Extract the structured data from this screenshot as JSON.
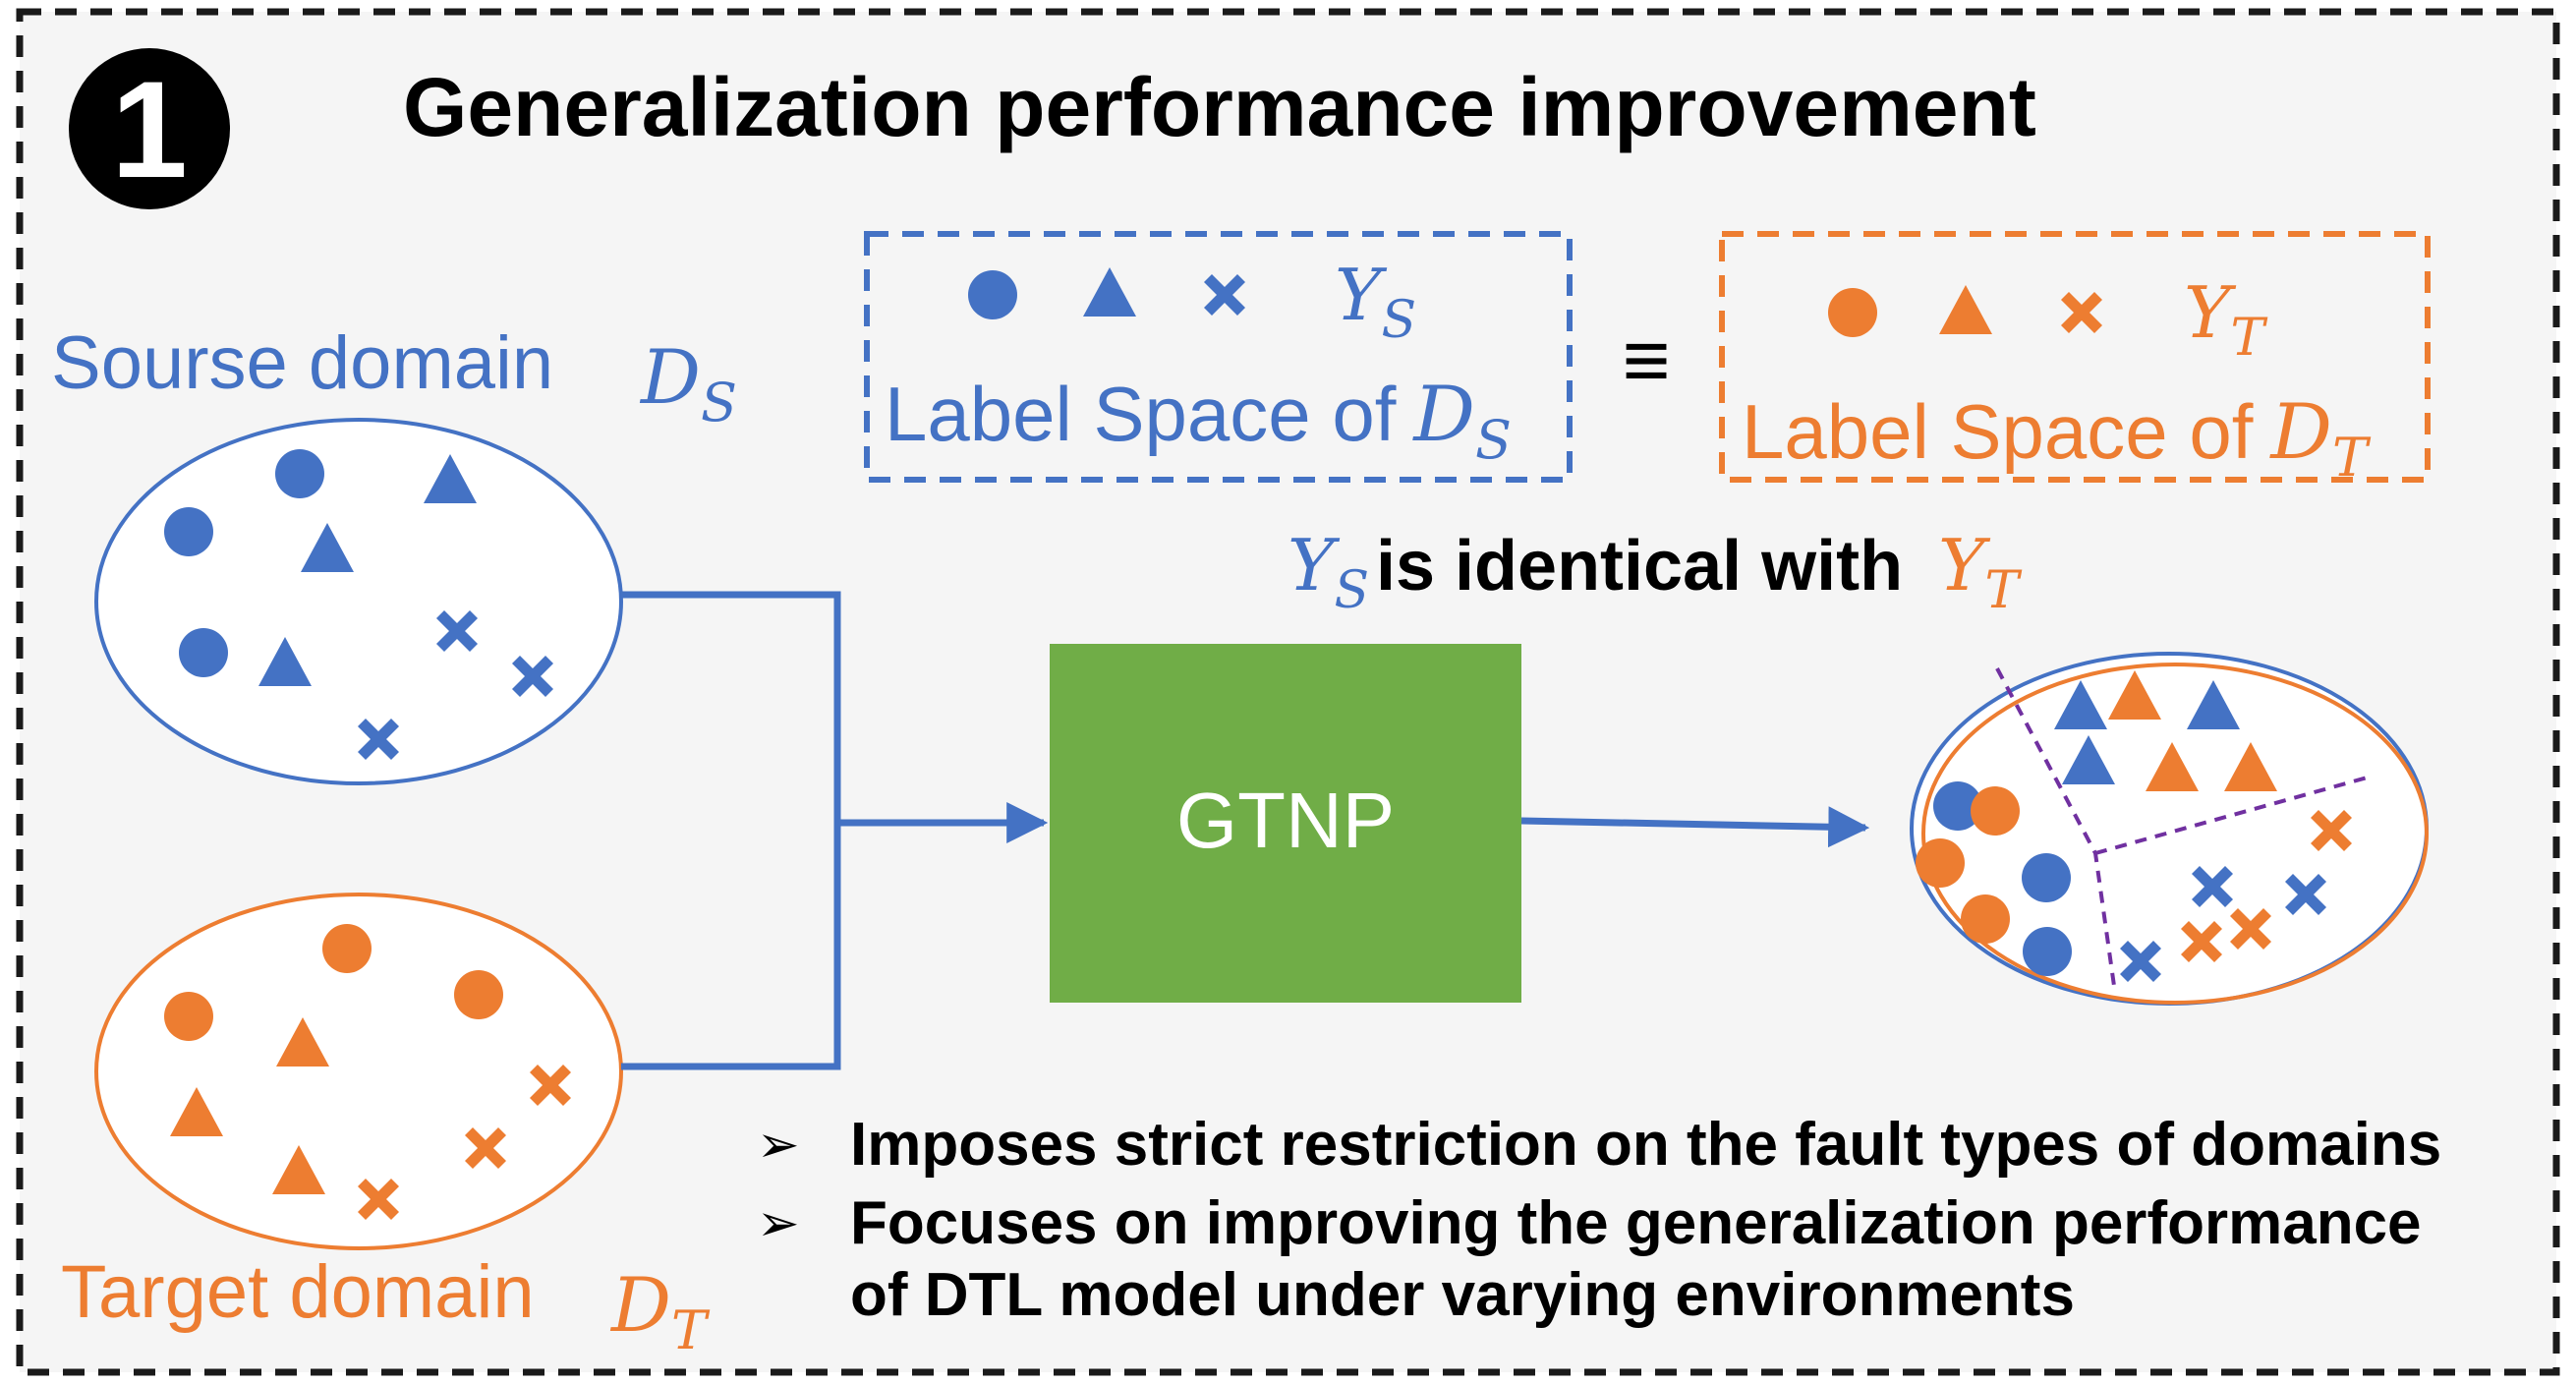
{
  "badge": "1",
  "title": "Generalization performance improvement",
  "source_domain": {
    "label": "Sourse domain",
    "symbol_main": "D",
    "symbol_sub": "S"
  },
  "target_domain": {
    "label": "Target domain",
    "symbol_main": "D",
    "symbol_sub": "T"
  },
  "label_space_source": {
    "y_main": "Y",
    "y_sub": "S",
    "caption": "Label Space of",
    "d_main": "D",
    "d_sub": "S"
  },
  "label_space_target": {
    "y_main": "Y",
    "y_sub": "T",
    "caption": "Label Space of",
    "d_main": "D",
    "d_sub": "T"
  },
  "equiv_symbol": "≡",
  "identical_statement": {
    "left_main": "Y",
    "left_sub": "S",
    "middle": "is identical with",
    "right_main": "Y",
    "right_sub": "T"
  },
  "model_box": "GTNP",
  "bullets": [
    "Imposes strict restriction on the fault types of domains",
    "Focuses on improving the generalization performance",
    "of DTL model under varying environments"
  ],
  "bullet_glyph": "➢",
  "colors": {
    "source_blue": "#4472c4",
    "target_orange": "#ed7d31",
    "model_green": "#70ad47",
    "partition_purple": "#7030a0",
    "panel_bg": "#f5f5f5",
    "border_dark": "#1a1a1a"
  }
}
